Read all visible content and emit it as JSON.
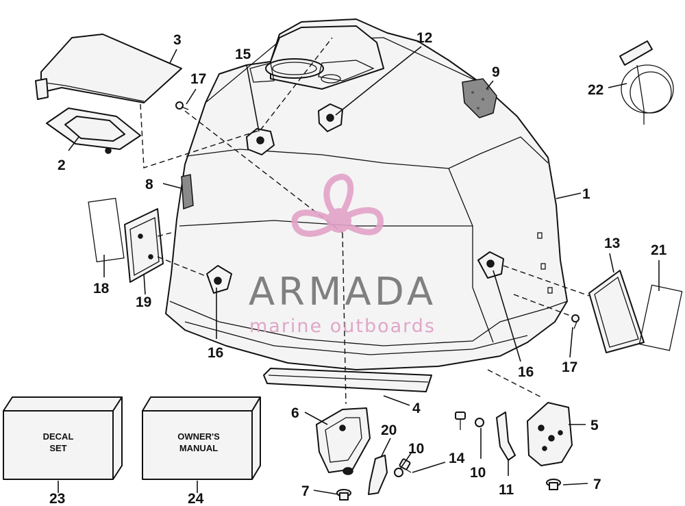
{
  "diagram": {
    "watermark": {
      "brand": "ARMADA",
      "tagline": "marine outboards",
      "logo_color": "#e3a3c8",
      "text_color": "#808080"
    },
    "boxes": [
      {
        "id": "decal-set",
        "line1": "DECAL",
        "line2": "SET"
      },
      {
        "id": "owners-manual",
        "line1": "OWNER'S",
        "line2": "MANUAL"
      }
    ],
    "callouts": [
      {
        "id": "1",
        "text": "1"
      },
      {
        "id": "2",
        "text": "2"
      },
      {
        "id": "3",
        "text": "3"
      },
      {
        "id": "4",
        "text": "4"
      },
      {
        "id": "5",
        "text": "5"
      },
      {
        "id": "6",
        "text": "6"
      },
      {
        "id": "7a",
        "text": "7"
      },
      {
        "id": "7b",
        "text": "7"
      },
      {
        "id": "8",
        "text": "8"
      },
      {
        "id": "9",
        "text": "9"
      },
      {
        "id": "10a",
        "text": "10"
      },
      {
        "id": "10b",
        "text": "10"
      },
      {
        "id": "11",
        "text": "11"
      },
      {
        "id": "12",
        "text": "12"
      },
      {
        "id": "13",
        "text": "13"
      },
      {
        "id": "14",
        "text": "14"
      },
      {
        "id": "15",
        "text": "15"
      },
      {
        "id": "16a",
        "text": "16"
      },
      {
        "id": "16b",
        "text": "16"
      },
      {
        "id": "17a",
        "text": "17"
      },
      {
        "id": "17b",
        "text": "17"
      },
      {
        "id": "18",
        "text": "18"
      },
      {
        "id": "19",
        "text": "19"
      },
      {
        "id": "20",
        "text": "20"
      },
      {
        "id": "21",
        "text": "21"
      },
      {
        "id": "22",
        "text": "22"
      },
      {
        "id": "23",
        "text": "23"
      },
      {
        "id": "24",
        "text": "24"
      }
    ]
  }
}
